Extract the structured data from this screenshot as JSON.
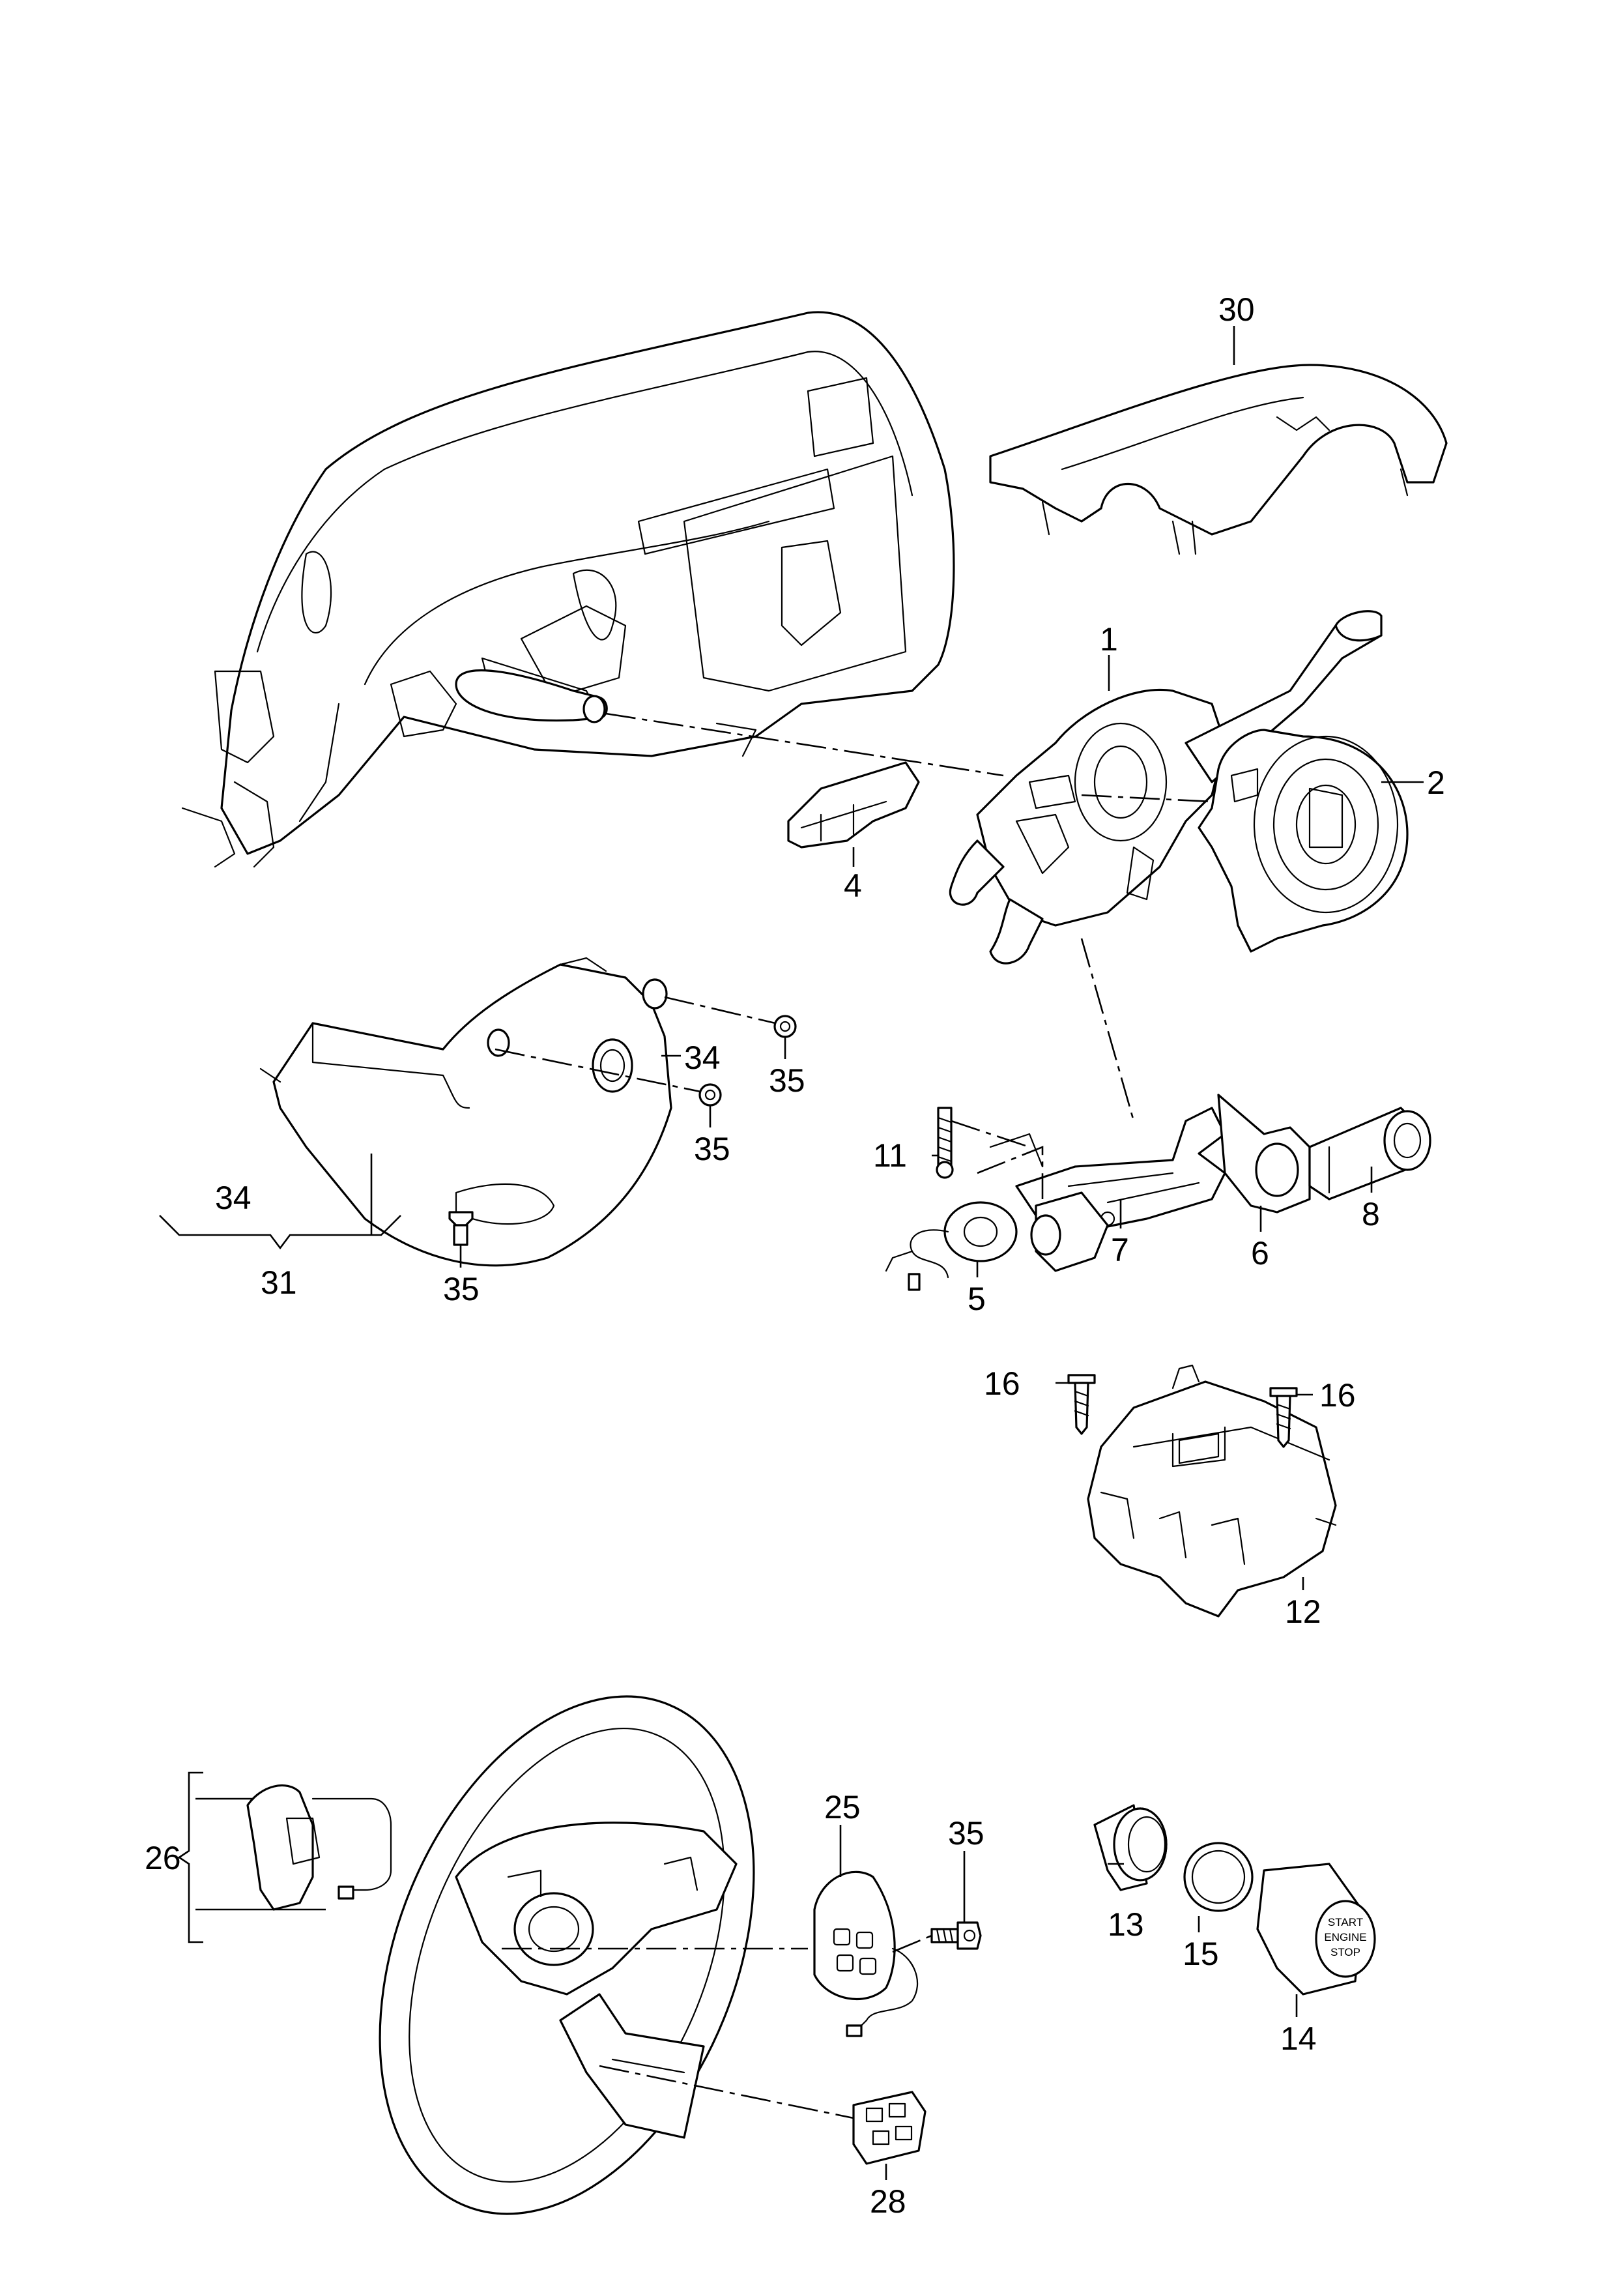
{
  "callouts": {
    "c1": "1",
    "c2": "2",
    "c4": "4",
    "c5": "5",
    "c6": "6",
    "c7": "7",
    "c8": "8",
    "c11": "11",
    "c12": "12",
    "c13": "13",
    "c14": "14",
    "c15": "15",
    "c16a": "16",
    "c16b": "16",
    "c25": "25",
    "c26": "26",
    "c28": "28",
    "c30": "30",
    "c31": "31",
    "c34a": "34",
    "c34b": "34",
    "c35a": "35",
    "c35b": "35",
    "c35c": "35",
    "c35d": "35"
  },
  "start_button": {
    "line1": "START",
    "line2": "ENGINE",
    "line3": "STOP"
  }
}
